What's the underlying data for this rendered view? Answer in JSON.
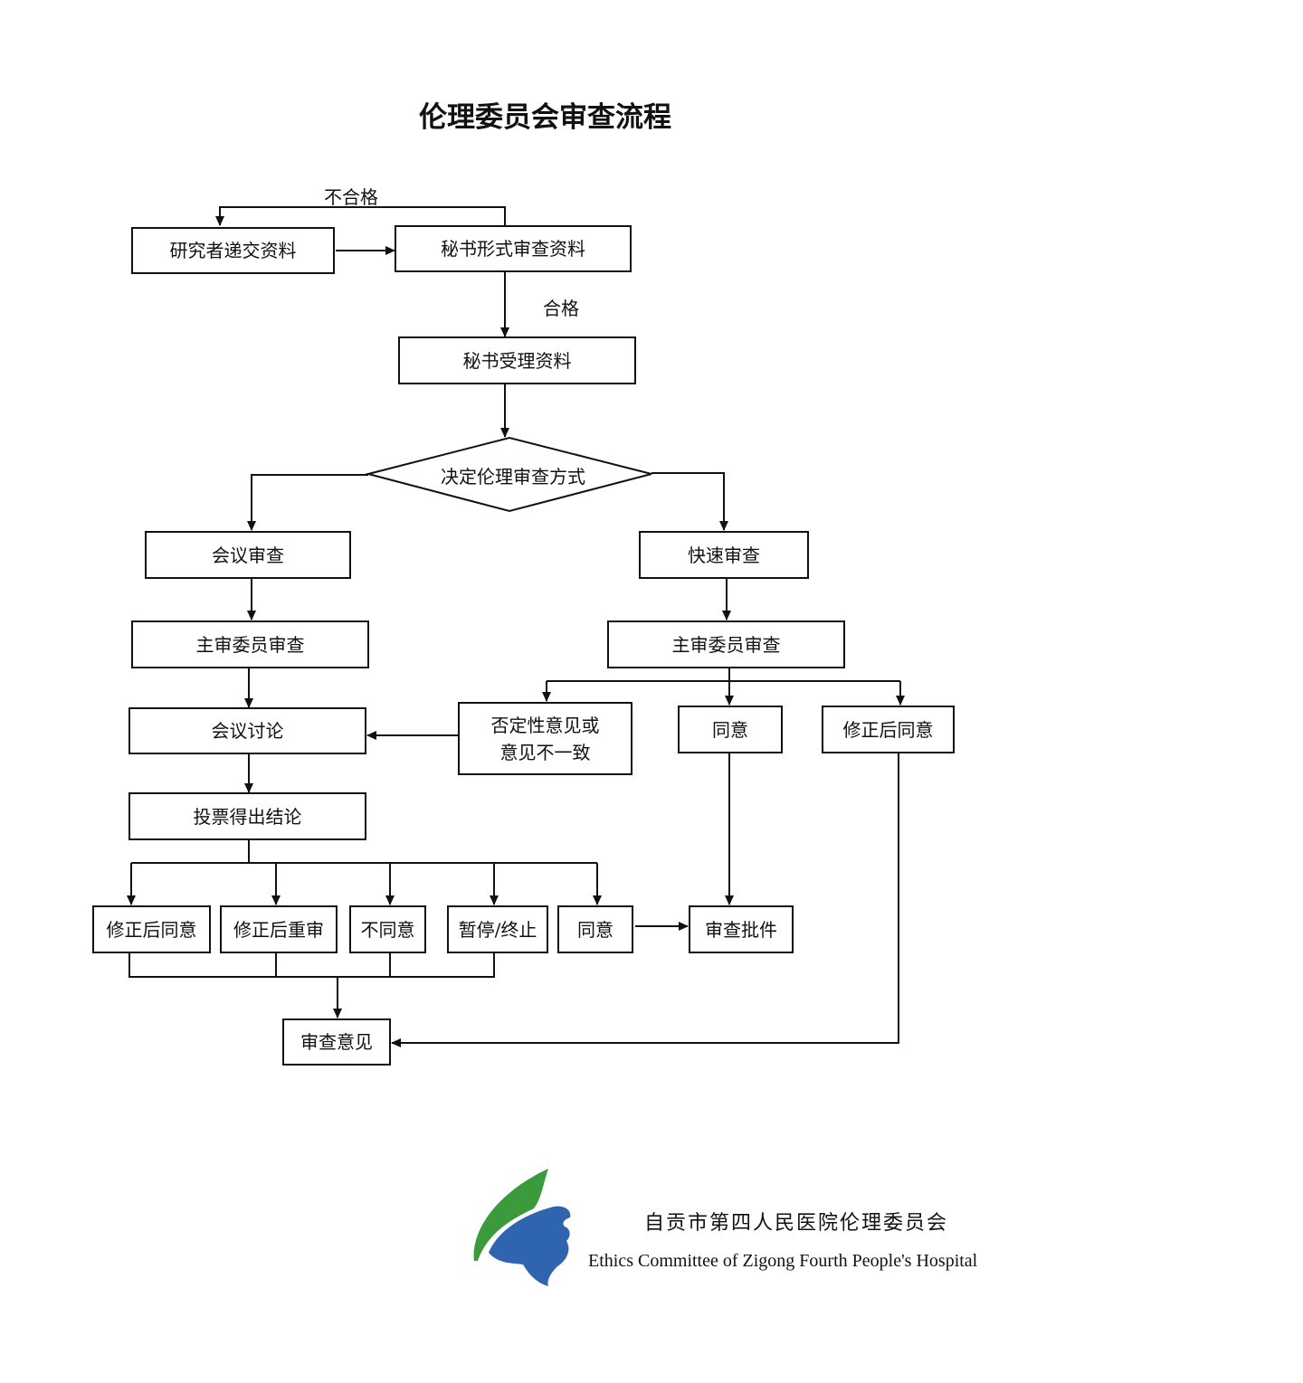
{
  "title": "伦理委员会审查流程",
  "nodes": {
    "submit": "研究者递交资料",
    "formal_review": "秘书形式审查资料",
    "accept": "秘书受理资料",
    "decide": "决定伦理审查方式",
    "meeting_review": "会议审查",
    "fast_review": "快速审查",
    "main_reviewer_left": "主审委员审查",
    "main_reviewer_right": "主审委员审查",
    "meeting_discussion": "会议讨论",
    "negative": "否定性意见或意见不一致",
    "agree_right": "同意",
    "agree_after_mod_right": "修正后同意",
    "vote": "投票得出结论",
    "agree_after_mod": "修正后同意",
    "re_review_after_mod": "修正后重审",
    "disagree": "不同意",
    "suspend": "暂停/终止",
    "agree_bottom": "同意",
    "approval": "审查批件",
    "opinion": "审查意见"
  },
  "edge_labels": {
    "unqualified": "不合格",
    "qualified": "合格"
  },
  "footer": {
    "org_cn": "自贡市第四人民医院伦理委员会",
    "org_en": "Ethics Committee of Zigong Fourth People's Hospital",
    "logo_colors": {
      "leaf": "#3a9a3c",
      "bird": "#2f64ae"
    }
  }
}
